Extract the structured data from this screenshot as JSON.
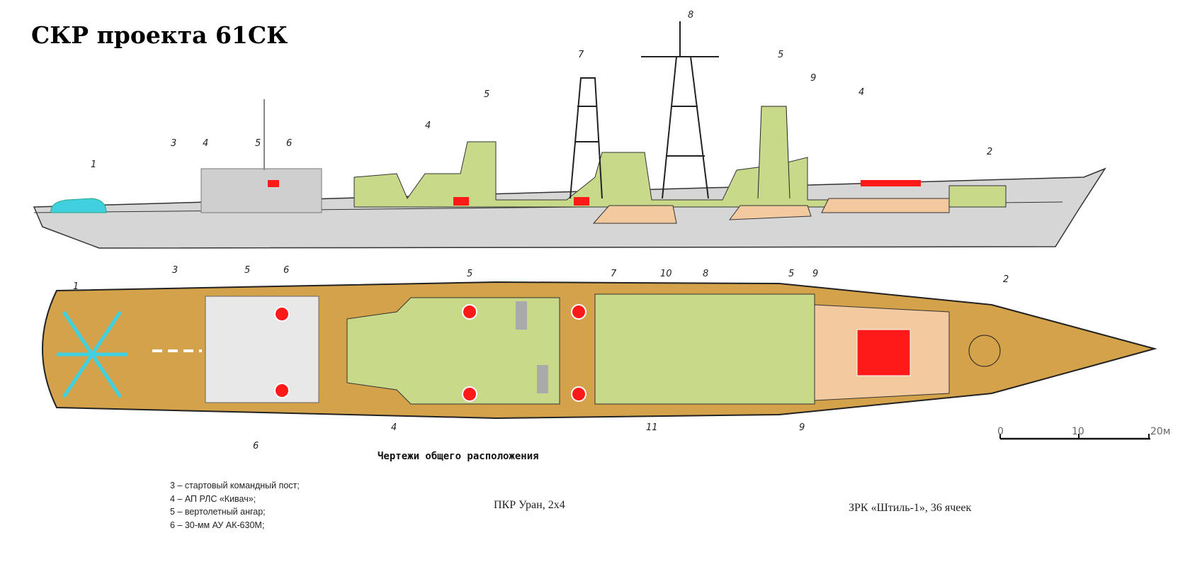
{
  "title": "СКР проекта 61СК",
  "caption": "Чертежи общего расположения",
  "legend": [
    "3 – стартовый командный пост;",
    "4 – АП РЛС «Кивач»;",
    "5 – вертолетный ангар;",
    "6 – 30-мм АУ АК-630М;"
  ],
  "notes": {
    "uran": "ПКР Уран, 2х4",
    "shtil": "ЗРК «Штиль-1», 36 ячеек"
  },
  "scale": {
    "t0": "0",
    "t10": "10",
    "t20": "20м"
  },
  "side_labels": [
    "1",
    "3",
    "4",
    "5",
    "6",
    "4",
    "5",
    "7",
    "8",
    "5",
    "9",
    "4",
    "2"
  ],
  "top_labels": [
    "1",
    "3",
    "5",
    "6",
    "5",
    "7",
    "10",
    "8",
    "5",
    "9",
    "2",
    "6",
    "4",
    "11",
    "9"
  ],
  "colors": {
    "hull": "#d8d8d8",
    "deck": "#d4a24a",
    "superstructure": "#c8d98a",
    "highlight": "#ff1a1a",
    "helicopter": "#40d0e0",
    "peach": "#f3c9a0"
  }
}
